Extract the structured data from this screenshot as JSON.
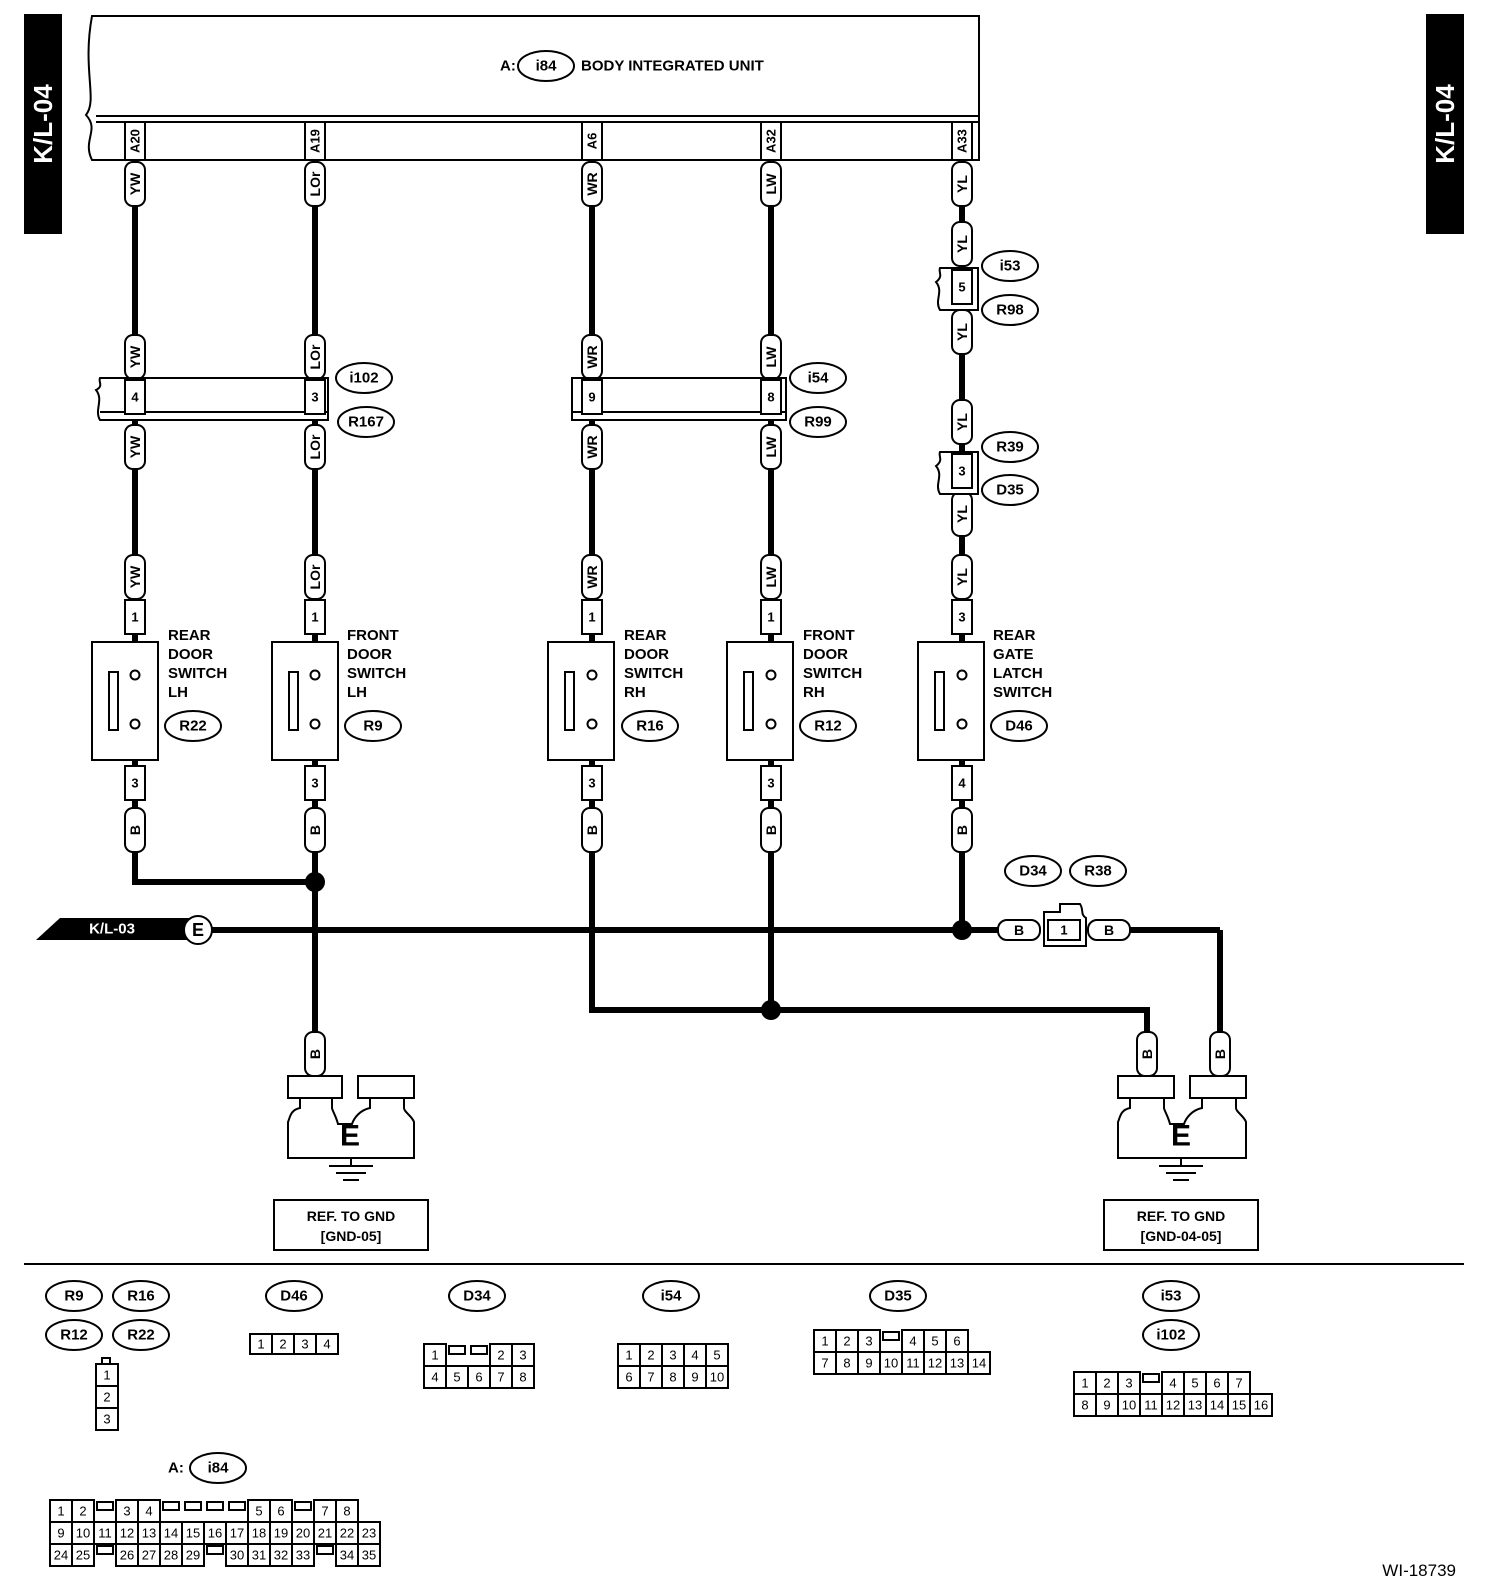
{
  "page_tag": "K/L-04",
  "figure_id": "WI-18739",
  "unit": {
    "prefix": "A:",
    "connector": "i84",
    "name": "BODY INTEGRATED UNIT"
  },
  "pins": [
    "A20",
    "A19",
    "A6",
    "A32",
    "A33"
  ],
  "wire_colors": [
    "YW",
    "LOr",
    "WR",
    "LW",
    "YL"
  ],
  "connectors": {
    "i102": "i102",
    "R167": "R167",
    "i54": "i54",
    "R99": "R99",
    "i53": "i53",
    "R98": "R98",
    "R39": "R39",
    "D35": "D35",
    "D34": "D34",
    "R38": "R38"
  },
  "inline_pins": {
    "i102_yw": "4",
    "i102_lor": "3",
    "i54_wr": "9",
    "i54_lw": "8",
    "i53": "5",
    "r39": "3",
    "d34": "1"
  },
  "switches": [
    {
      "lines": [
        "REAR",
        "DOOR",
        "SWITCH",
        "LH"
      ],
      "connector": "R22",
      "pin_top": "1",
      "pin_bottom": "3"
    },
    {
      "lines": [
        "FRONT",
        "DOOR",
        "SWITCH",
        "LH"
      ],
      "connector": "R9",
      "pin_top": "1",
      "pin_bottom": "3"
    },
    {
      "lines": [
        "REAR",
        "DOOR",
        "SWITCH",
        "RH"
      ],
      "connector": "R16",
      "pin_top": "1",
      "pin_bottom": "3"
    },
    {
      "lines": [
        "FRONT",
        "DOOR",
        "SWITCH",
        "RH"
      ],
      "connector": "R12",
      "pin_top": "1",
      "pin_bottom": "3"
    },
    {
      "lines": [
        "REAR",
        "GATE",
        "LATCH",
        "SWITCH"
      ],
      "connector": "D46",
      "pin_top": "3",
      "pin_bottom": "4"
    }
  ],
  "ground_wire": "B",
  "ground_link": {
    "page": "K/L-03",
    "letter": "E"
  },
  "grounds": [
    {
      "letter": "E",
      "ref_line1": "REF. TO GND",
      "ref_line2": "[GND-05]"
    },
    {
      "letter": "E",
      "ref_line1": "REF. TO GND",
      "ref_line2": "[GND-04-05]"
    }
  ],
  "legend": {
    "switch_connectors": [
      "R9",
      "R16",
      "R12",
      "R22"
    ],
    "switch_pins": [
      "1",
      "2",
      "3"
    ],
    "d46": {
      "name": "D46",
      "rows": [
        [
          "1",
          "2",
          "3",
          "4"
        ]
      ]
    },
    "d34": {
      "name": "D34",
      "rows": [
        [
          "1",
          "",
          "",
          "2",
          "3"
        ],
        [
          "4",
          "5",
          "6",
          "7",
          "8"
        ]
      ]
    },
    "i54": {
      "name": "i54",
      "rows": [
        [
          "1",
          "2",
          "3",
          "4",
          "5"
        ],
        [
          "6",
          "7",
          "8",
          "9",
          "10"
        ]
      ]
    },
    "d35": {
      "name": "D35",
      "rows": [
        [
          "1",
          "2",
          "3",
          "",
          "4",
          "5",
          "6"
        ],
        [
          "7",
          "8",
          "9",
          "10",
          "11",
          "12",
          "13",
          "14"
        ]
      ]
    },
    "i53": {
      "names": [
        "i53",
        "i102"
      ],
      "rows": [
        [
          "1",
          "2",
          "3",
          "",
          "4",
          "5",
          "6",
          "7"
        ],
        [
          "8",
          "9",
          "10",
          "11",
          "12",
          "13",
          "14",
          "15",
          "16"
        ]
      ]
    },
    "i84": {
      "prefix": "A:",
      "name": "i84",
      "rows": [
        [
          "1",
          "2",
          "",
          "3",
          "4",
          "",
          "",
          "",
          "",
          "5",
          "6",
          "",
          "7",
          "8"
        ],
        [
          "9",
          "10",
          "11",
          "12",
          "13",
          "14",
          "15",
          "16",
          "17",
          "18",
          "19",
          "20",
          "21",
          "22",
          "23"
        ],
        [
          "24",
          "25",
          "",
          "26",
          "27",
          "28",
          "29",
          "",
          "30",
          "31",
          "32",
          "33",
          "",
          "34",
          "35"
        ]
      ]
    }
  }
}
